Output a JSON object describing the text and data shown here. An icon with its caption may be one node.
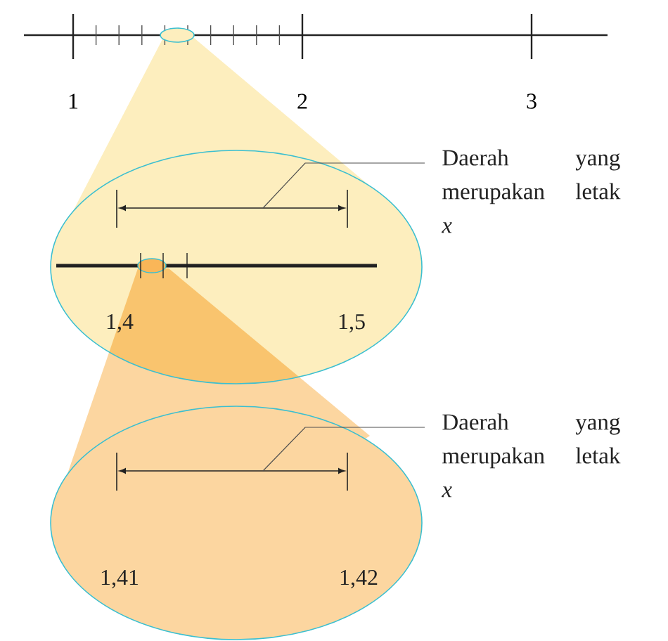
{
  "diagram": {
    "nodes": [
      {
        "text": [
          "1,4",
          "1,5"
        ]
      },
      {
        "text": [],
        "shape": "arrow",
        "in": 0
      },
      {
        "text": [
          "Daerah yang merupakan letak *x*"
        ]
      },
      {
        "text": [
          "1,41",
          "1,42"
        ]
      },
      {
        "text": [],
        "shape": "arrow",
        "in": 3
      },
      {
        "text": [
          "Daerah yang merupakan letak *x*"
        ]
      }
    ],
    "edges": [
      {
        "from": 2,
        "to": 1,
        "arrow": "none"
      },
      {
        "from": 5,
        "to": 4,
        "arrow": "none"
      }
    ],
    "labels": [
      "1",
      "2",
      "3"
    ]
  }
}
